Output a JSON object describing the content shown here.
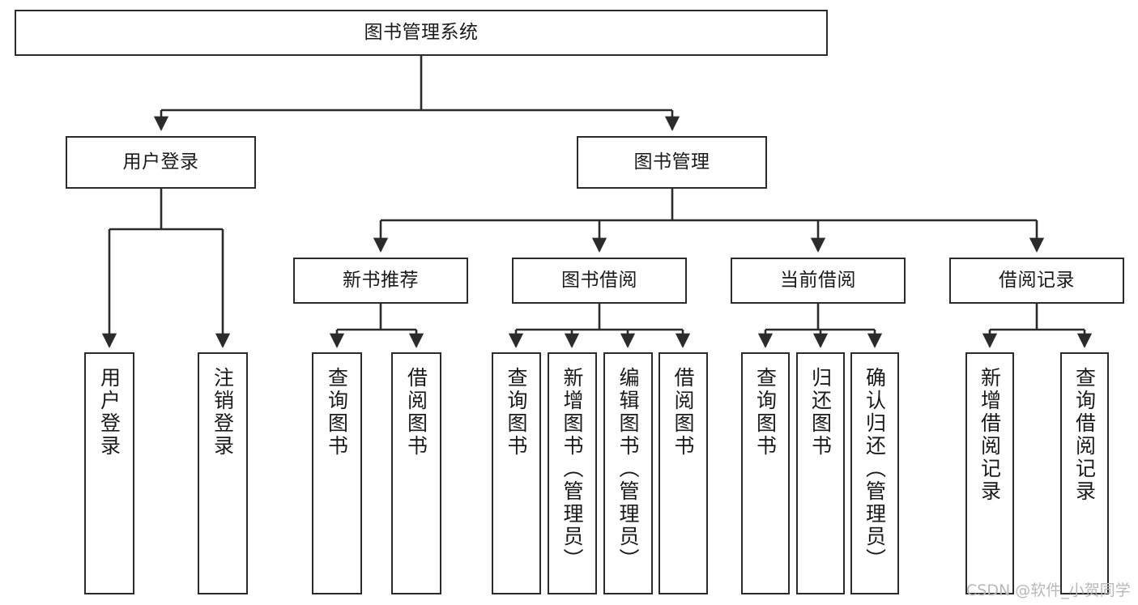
{
  "diagram": {
    "title": "图书管理系统",
    "type": "tree-hierarchy-chart",
    "colors": {
      "stroke": "#2b2b2b",
      "fill": "#ffffff",
      "text": "#1a1a1a",
      "watermark": "#b8b8b8"
    },
    "nodes": {
      "root": {
        "label": "图书管理系统"
      },
      "level2": [
        {
          "label": "用户登录"
        },
        {
          "label": "图书管理"
        }
      ],
      "level3": [
        {
          "label": "新书推荐"
        },
        {
          "label": "图书借阅"
        },
        {
          "label": "当前借阅"
        },
        {
          "label": "借阅记录"
        }
      ],
      "leaves": {
        "user_login": [
          {
            "label": "用户登录"
          },
          {
            "label": "注销登录"
          }
        ],
        "new_book": [
          {
            "label": "查询图书"
          },
          {
            "label": "借阅图书"
          }
        ],
        "book_borrow": [
          {
            "label": "查询图书"
          },
          {
            "label": "新增图书（管理员）"
          },
          {
            "label": "编辑图书（管理员）"
          },
          {
            "label": "借阅图书"
          }
        ],
        "current_borrow": [
          {
            "label": "查询图书"
          },
          {
            "label": "归还图书"
          },
          {
            "label": "确认归还（管理员）"
          }
        ],
        "borrow_record": [
          {
            "label": "新增借阅记录"
          },
          {
            "label": "查询借阅记录"
          }
        ]
      }
    },
    "watermark": "CSDN @软件_小贺同学"
  }
}
